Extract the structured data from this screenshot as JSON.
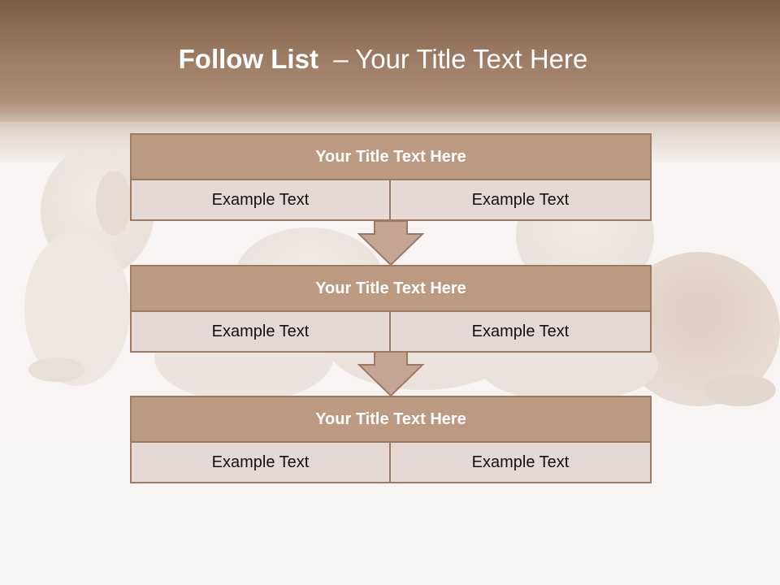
{
  "slide": {
    "title_bold": "Follow List",
    "title_rest": "  – Your Title Text Here"
  },
  "blocks": [
    {
      "title": "Your Title Text Here",
      "cells": [
        "Example Text",
        "Example Text"
      ]
    },
    {
      "title": "Your Title Text Here",
      "cells": [
        "Example Text",
        "Example Text"
      ]
    },
    {
      "title": "Your Title Text Here",
      "cells": [
        "Example Text",
        "Example Text"
      ]
    }
  ],
  "colors": {
    "header_brown": "#7a5c45",
    "title_fill": "#bc9a82",
    "border": "#9d7a63",
    "cell_fill": "#e5d9d5",
    "arrow_fill": "#c4a593"
  },
  "background_image": "faded-puppies-photo"
}
